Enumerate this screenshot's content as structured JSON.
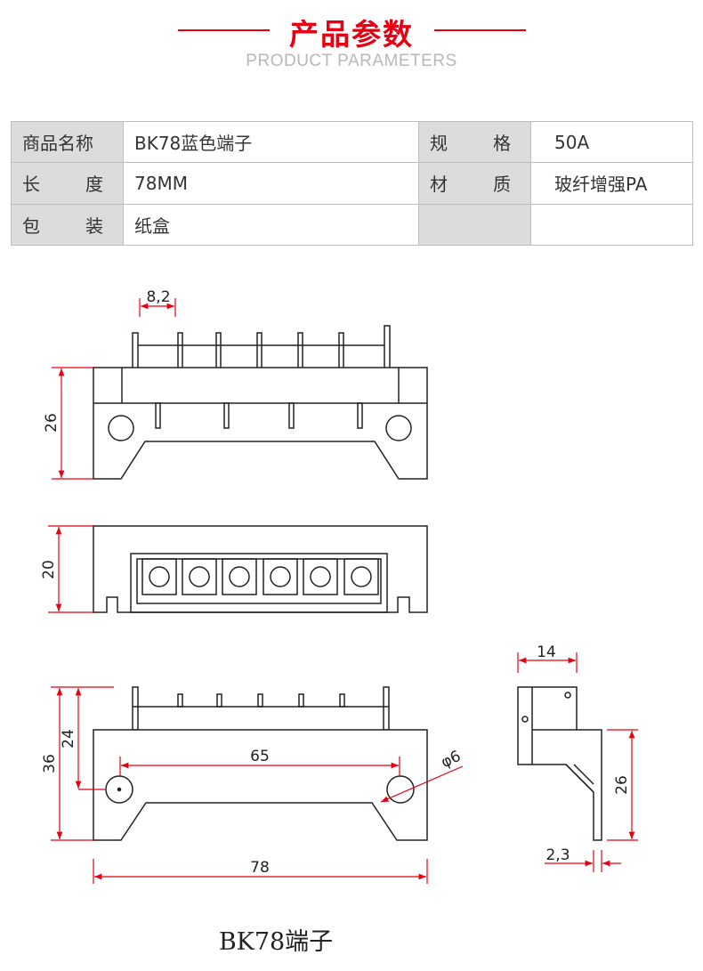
{
  "header": {
    "title": "产品参数",
    "subtitle": "PRODUCT PARAMETERS"
  },
  "params": {
    "row1": {
      "label1": [
        "商品名称"
      ],
      "value1": "BK78蓝色端子",
      "label2": [
        "规",
        "格"
      ],
      "value2": "50A"
    },
    "row2": {
      "label1": [
        "长",
        "度"
      ],
      "value1": "78MM",
      "label2": [
        "材",
        "质"
      ],
      "value2": "玻纤增强PA"
    },
    "row3": {
      "label1": [
        "包",
        "装"
      ],
      "value1": "纸盒",
      "label2": [],
      "value2": ""
    }
  },
  "drawing": {
    "dim_top_width": "8,2",
    "dim_top_height": "26",
    "dim_mid_height": "20",
    "dim_bottom_total_height": "36",
    "dim_bottom_sub_height": "24",
    "dim_hole_spacing": "65",
    "dim_hole_diameter": "φ6",
    "dim_overall_length": "78",
    "dim_side_width": "14",
    "dim_side_height": "26",
    "dim_side_thickness": "2,3"
  },
  "caption": "BK78端子",
  "colors": {
    "accent": "#e60012",
    "label_bg": "#dcdcdc",
    "border": "#bdbdbd",
    "line": "#222222"
  }
}
